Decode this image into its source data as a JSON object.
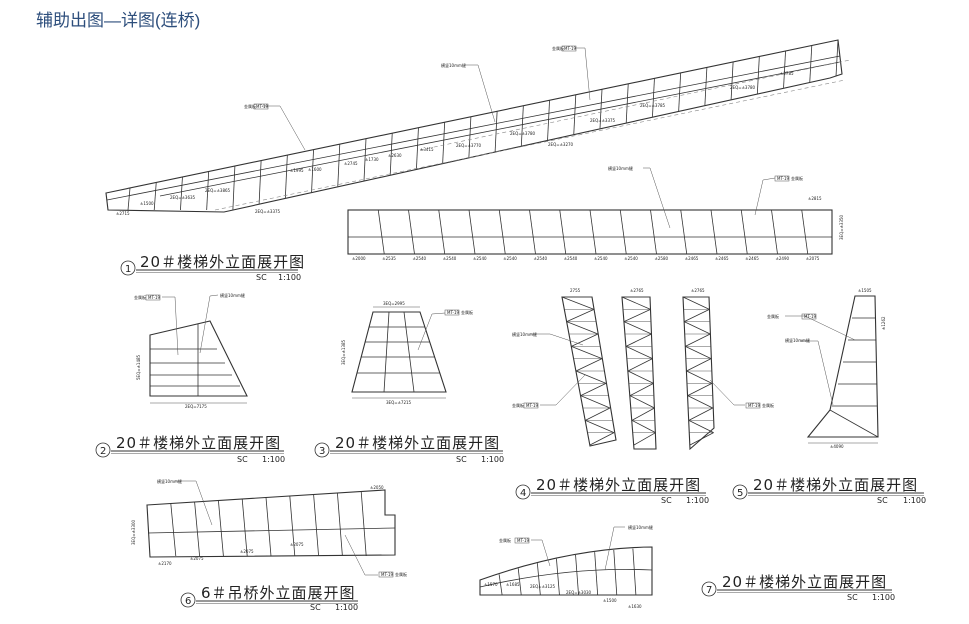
{
  "page": {
    "title": "辅助出图—详图(连桥)"
  },
  "views": [
    {
      "number": "1",
      "caption": "20＃楼梯外立面展开图",
      "scale_prefix": "SC",
      "scale": "1:100"
    },
    {
      "number": "2",
      "caption": "20＃楼梯外立面展开图",
      "scale_prefix": "SC",
      "scale": "1:100"
    },
    {
      "number": "3",
      "caption": "20＃楼梯外立面展开图",
      "scale_prefix": "SC",
      "scale": "1:100"
    },
    {
      "number": "4",
      "caption": "20＃楼梯外立面展开图",
      "scale_prefix": "SC",
      "scale": "1:100"
    },
    {
      "number": "5",
      "caption": "20＃楼梯外立面展开图",
      "scale_prefix": "SC",
      "scale": "1:100"
    },
    {
      "number": "6",
      "caption": "6＃吊桥外立面展开图",
      "scale_prefix": "SC",
      "scale": "1:100"
    },
    {
      "number": "7",
      "caption": "20＃楼梯外立面展开图",
      "scale_prefix": "SC",
      "scale": "1:100"
    }
  ],
  "annotations": {
    "material_tag": "金属板",
    "tag_box": "MT-19",
    "gap_note": "横竖10mm缝"
  },
  "dims": {
    "v1": [
      "±2715",
      "±1500",
      "2EQ=±3635",
      "2EQ=±3865",
      "2EQ=±3375",
      "±1995",
      "±1600",
      "±2745",
      "±1730",
      "±2630",
      "±3415",
      "2EQ=±3770",
      "2EQ=±3780",
      "2EQ=±3270",
      "2EQ=±3375",
      "2EQ=±3785",
      "2EQ=±3780",
      "±2785"
    ],
    "v1b": [
      "±2000",
      "±2535",
      "±2540",
      "±2540",
      "±2540",
      "±2540",
      "±2540",
      "±2540",
      "±2540",
      "±2540",
      "±2580",
      "±2465",
      "±2465",
      "±2465",
      "±2490",
      "±2075",
      "±2815",
      "3EQ=±3350"
    ],
    "v2": [
      "2EQ=7175",
      "5EQ=±1485"
    ],
    "v3": [
      "3EQ=2995",
      "3EQ=±7215",
      "3EQ=±1385"
    ],
    "v4": [
      "2755",
      "±2765",
      "±2765"
    ],
    "v5": [
      "±1505",
      "±4090",
      "±1262"
    ],
    "v6": [
      "±2050",
      "±2170",
      "±2075",
      "±2075",
      "±2075",
      "3EQ=±3300"
    ],
    "v7": [
      "±1570",
      "±1685",
      "2EQ=±3125",
      "2EQ=±3030",
      "±1500",
      "±1630"
    ]
  }
}
